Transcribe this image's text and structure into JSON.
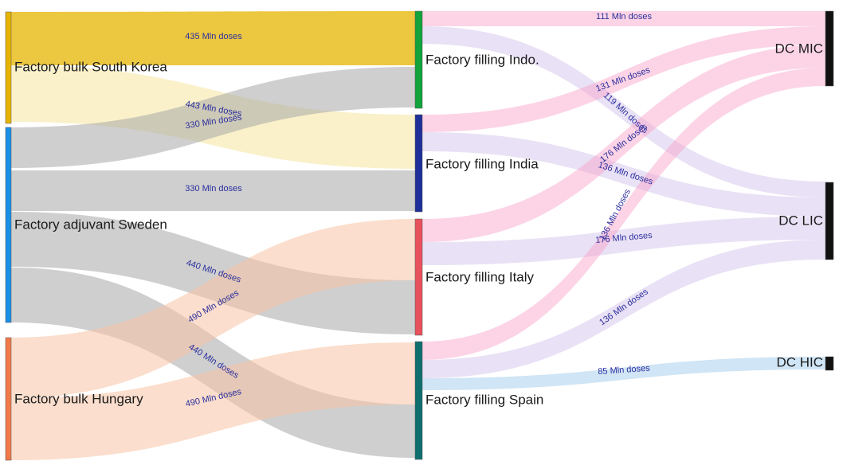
{
  "chart_data": {
    "type": "sankey",
    "nodes": [
      {
        "id": "sk",
        "label": "Factory bulk South Korea",
        "color": "#e6b400"
      },
      {
        "id": "se",
        "label": "Factory adjuvant Sweden",
        "color": "#1a8fe6"
      },
      {
        "id": "hu",
        "label": "Factory bulk Hungary",
        "color": "#f07a4a"
      },
      {
        "id": "ind",
        "label": "Factory filling Indo.",
        "color": "#12a33a"
      },
      {
        "id": "ina",
        "label": "Factory filling India",
        "color": "#1f2f99"
      },
      {
        "id": "it",
        "label": "Factory filling Italy",
        "color": "#e8505b"
      },
      {
        "id": "es",
        "label": "Factory filling Spain",
        "color": "#0f6f6f"
      },
      {
        "id": "mic",
        "label": "DC MIC",
        "color": "#111111"
      },
      {
        "id": "lic",
        "label": "DC LIC",
        "color": "#111111"
      },
      {
        "id": "hic",
        "label": "DC HIC",
        "color": "#111111"
      }
    ],
    "links": [
      {
        "source": "sk",
        "target": "ind",
        "label": "435 Mln doses",
        "color": "#e6b400"
      },
      {
        "source": "sk",
        "target": "ina",
        "label": "443 Mln doses",
        "color": "#f5e08a"
      },
      {
        "source": "se",
        "target": "ind",
        "label": "330 Mln doses",
        "color": "#a8a8a8"
      },
      {
        "source": "se",
        "target": "ina",
        "label": "330 Mln doses",
        "color": "#a8a8a8"
      },
      {
        "source": "se",
        "target": "it",
        "label": "440 Mln doses",
        "color": "#a8a8a8"
      },
      {
        "source": "se",
        "target": "es",
        "label": "440 Mln doses",
        "color": "#a8a8a8"
      },
      {
        "source": "hu",
        "target": "it",
        "label": "490 Mln doses",
        "color": "#f8c2a4"
      },
      {
        "source": "hu",
        "target": "es",
        "label": "490 Mln doses",
        "color": "#f8c2a4"
      },
      {
        "source": "ind",
        "target": "mic",
        "label": "111 Mln doses",
        "color": "#f8a0c8"
      },
      {
        "source": "ind",
        "target": "lic",
        "label": "119 Mln doses",
        "color": "#c7b3e6"
      },
      {
        "source": "ina",
        "target": "mic",
        "label": "131 Mln doses",
        "color": "#f8a0c8"
      },
      {
        "source": "ina",
        "target": "lic",
        "label": "136 Mln doses",
        "color": "#c7b3e6"
      },
      {
        "source": "it",
        "target": "mic",
        "label": "176 Mln doses",
        "color": "#f8a0c8"
      },
      {
        "source": "it",
        "target": "lic",
        "label": "176 Mln doses",
        "color": "#c7b3e6"
      },
      {
        "source": "es",
        "target": "mic",
        "label": "136 Mln doses",
        "color": "#f8a0c8"
      },
      {
        "source": "es",
        "target": "lic",
        "label": "136 Mln doses",
        "color": "#c7b3e6"
      },
      {
        "source": "es",
        "target": "hic",
        "label": "85 Mln doses",
        "color": "#a9d0ec"
      }
    ]
  }
}
